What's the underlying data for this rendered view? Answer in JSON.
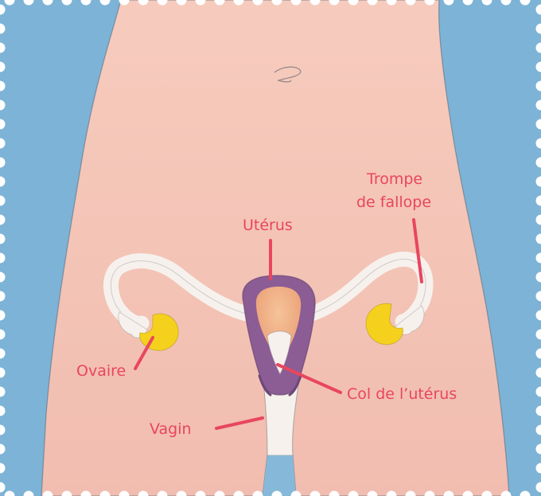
{
  "labels": {
    "trompe_line1": "Trompe",
    "trompe_line2": "de fallope",
    "uterus": "Utérus",
    "ovaire": "Ovaire",
    "col": "Col de l’utérus",
    "vagin": "Vagin"
  },
  "colors": {
    "label_text": "#e8465f",
    "leader_line": "#e8465f",
    "background": "#7db3d6",
    "body_skin": "#f3c1b4",
    "uterus_wall": "#8c5c95",
    "uterus_inner": "#efad85",
    "ovary": "#f5d11d",
    "tube_and_vagina": "#f6f1ec",
    "stamp_edge": "#ffffff"
  }
}
